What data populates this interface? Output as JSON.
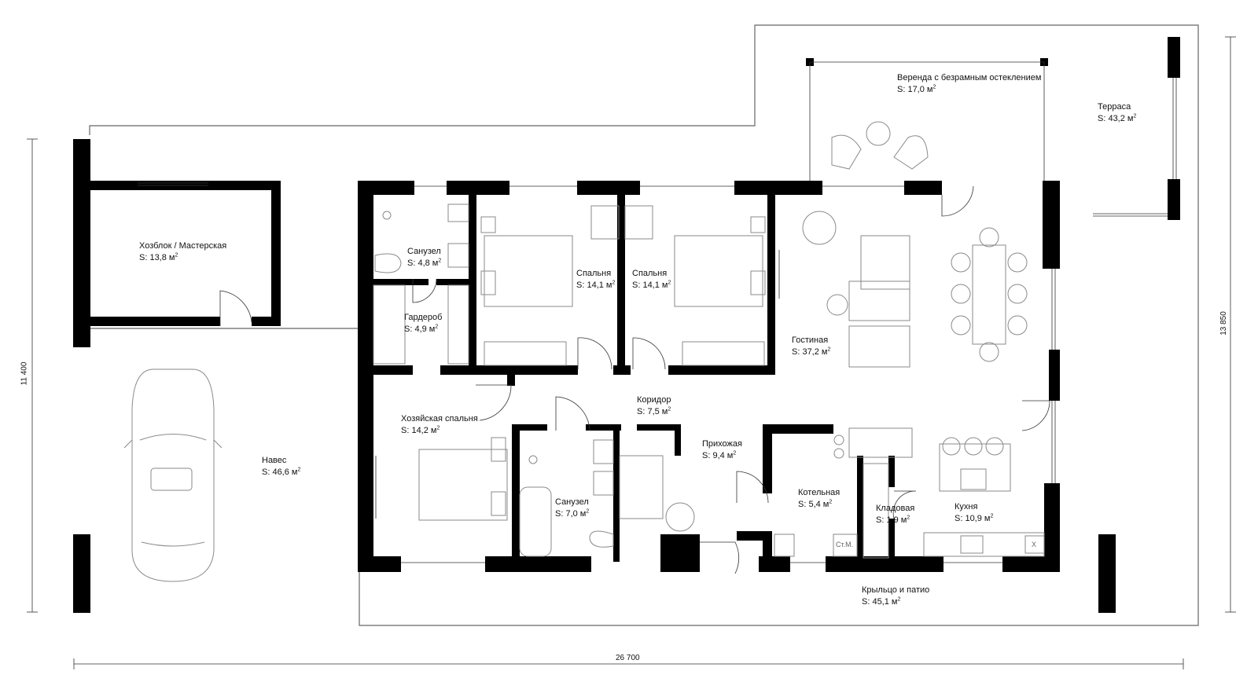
{
  "rooms": [
    {
      "id": "hozblok",
      "name": "Хозблок / Мастерская",
      "area": "S: 13,8 м",
      "sup": "2"
    },
    {
      "id": "sanuzel1",
      "name": "Санузел",
      "area": "S: 4,8 м",
      "sup": "2"
    },
    {
      "id": "garderob",
      "name": "Гардероб",
      "area": "S: 4,9 м",
      "sup": "2"
    },
    {
      "id": "spalnya1",
      "name": "Спальня",
      "area": "S: 14,1 м",
      "sup": "2"
    },
    {
      "id": "spalnya2",
      "name": "Спальня",
      "area": "S: 14,1 м",
      "sup": "2"
    },
    {
      "id": "veranda",
      "name": "Веренда с безрамным остеклением",
      "area": "S: 17,0 м",
      "sup": "2"
    },
    {
      "id": "terrasa",
      "name": "Терраса",
      "area": "S: 43,2 м",
      "sup": "2"
    },
    {
      "id": "gostinaya",
      "name": "Гостиная",
      "area": "S: 37,2 м",
      "sup": "2"
    },
    {
      "id": "koridor",
      "name": "Коридор",
      "area": "S: 7,5 м",
      "sup": "2"
    },
    {
      "id": "hoz-spalnya",
      "name": "Хозяйская спальня",
      "area": "S: 14,2 м",
      "sup": "2"
    },
    {
      "id": "naves",
      "name": "Навес",
      "area": "S: 46,6 м",
      "sup": "2"
    },
    {
      "id": "prihozhaya",
      "name": "Прихожая",
      "area": "S: 9,4 м",
      "sup": "2"
    },
    {
      "id": "sanuzel2",
      "name": "Санузел",
      "area": "S: 7,0 м",
      "sup": "2"
    },
    {
      "id": "kotelnaya",
      "name": "Котельная",
      "area": "S: 5,4 м",
      "sup": "2"
    },
    {
      "id": "kladovaya",
      "name": "Кладовая",
      "area": "S: 1,9 м",
      "sup": "2"
    },
    {
      "id": "kuhnya",
      "name": "Кухня",
      "area": "S: 10,9 м",
      "sup": "2"
    },
    {
      "id": "kryltso",
      "name": "Крыльцо и патио",
      "area": "S: 45,1 м",
      "sup": "2"
    }
  ],
  "dimensions": {
    "width": "26 700",
    "height_left": "11 400",
    "height_right": "13 850"
  },
  "fixtures": {
    "washer_label": "Ст.М.",
    "hob_label": "X"
  },
  "colors": {
    "wall": "#000000",
    "line": "#555555",
    "furniture": "#8a8a8a",
    "background": "#ffffff"
  }
}
